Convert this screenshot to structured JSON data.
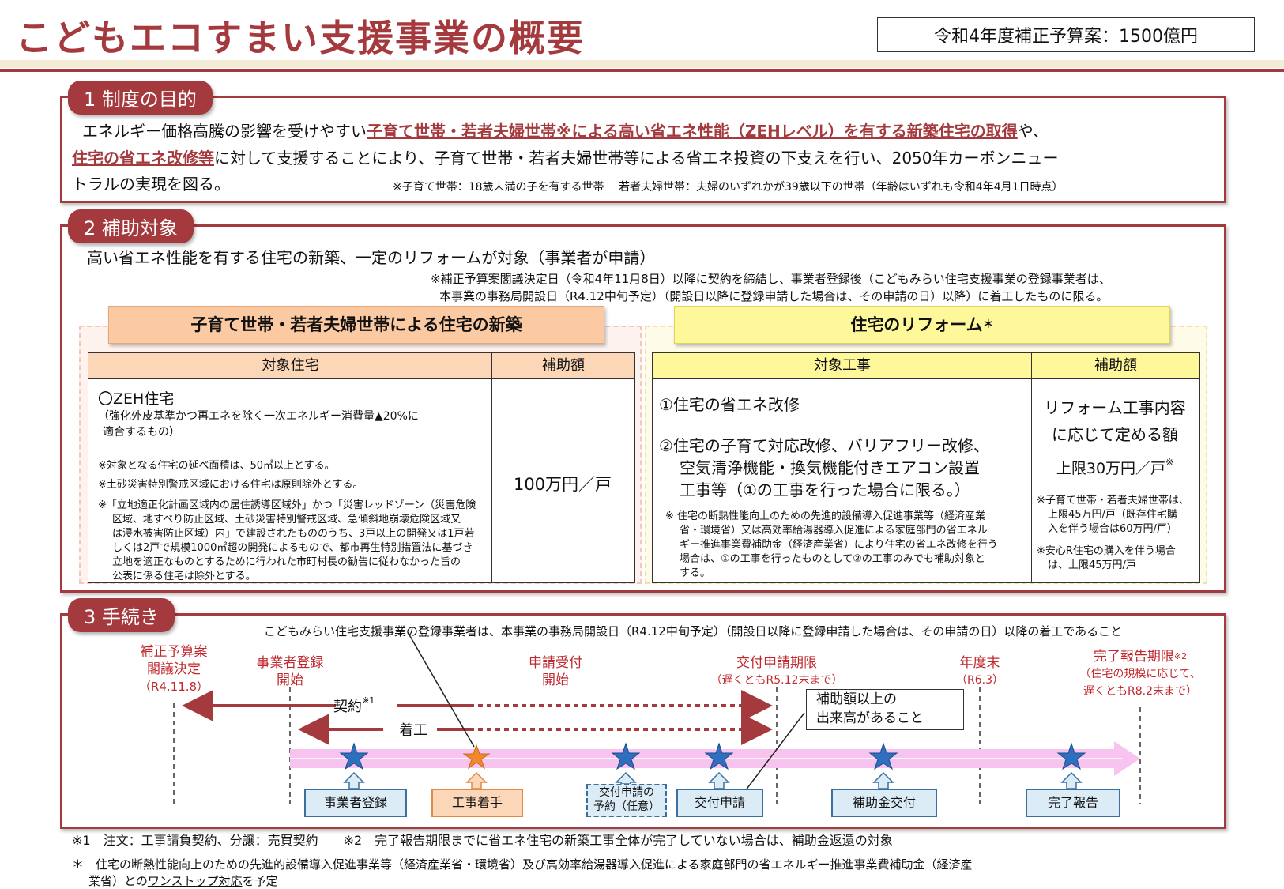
{
  "header": {
    "title": "こどもエコすまい支援事業の概要",
    "budget": "令和4年度補正予算案：1500億円"
  },
  "section1": {
    "tab": "1 制度の目的",
    "line1_a": "エネルギー価格高騰の影響を受けやすい",
    "line1_b": "子育て世帯・若者夫婦世帯※による高い省エネ性能（ZEHレベル）を有する新築住宅の取得",
    "line1_c": "や、",
    "line2_a": "住宅の省エネ改修等",
    "line2_b": "に対して支援することにより、子育て世帯・若者夫婦世帯等による省エネ投資の下支えを行い、2050年カーボンニュー",
    "line3": "トラルの実現を図る。",
    "note": "※子育て世帯：18歳未満の子を有する世帯　 若者夫婦世帯：夫婦のいずれかが39歳以下の世帯（年齢はいずれも令和4年4月1日時点）"
  },
  "section2": {
    "tab": "2 補助対象",
    "lead": "高い省エネ性能を有する住宅の新築、一定のリフォームが対象（事業者が申請）",
    "note1": "※補正予算案閣議決定日（令和4年11月8日）以降に契約を締結し、事業者登録後（こどもみらい住宅支援事業の登録事業者は、",
    "note2": "本事業の事務局開設日（R4.12中旬予定）（開設日以降に登録申請した場合は、その申請の日）以降）に着工したものに限る。",
    "left": {
      "caption": "子育て世帯・若者夫婦世帯による住宅の新築",
      "col1": "対象住宅",
      "col2": "補助額",
      "item": "〇ZEH住宅",
      "item_sub1": "（強化外皮基準かつ再エネを除く一次エネルギー消費量▲20%に",
      "item_sub2": "適合するもの）",
      "note_a": "※対象となる住宅の延べ面積は、50㎡以上とする。",
      "note_b": "※土砂災害特別警戒区域における住宅は原則除外とする。",
      "note_c1": "※「立地適正化計画区域内の居住誘導区域外」かつ「災害レッドゾーン（災害危険",
      "note_c2": "区域、地すべり防止区域、土砂災害特別警戒区域、急傾斜地崩壊危険区域又",
      "note_c3": "は浸水被害防止区域）内」で建設されたもののうち、3戸以上の開発又は1戸若",
      "note_c4": "しくは2戸で規模1000㎡超の開発によるもので、都市再生特別措置法に基づき",
      "note_c5": "立地を適正なものとするために行われた市町村長の勧告に従わなかった旨の",
      "note_c6": "公表に係る住宅は除外とする。",
      "amount": "100万円／戸"
    },
    "right": {
      "caption": "住宅のリフォーム",
      "caption_mark": "＊",
      "col1": "対象工事",
      "col2": "補助額",
      "item1": "①住宅の省エネ改修",
      "item2_1": "②住宅の子育て対応改修、バリアフリー改修、",
      "item2_2": "空気清浄機能・換気機能付きエアコン設置",
      "item2_3": "工事等（①の工事を行った場合に限る。）",
      "note1": "※ 住宅の断熱性能向上のための先進的設備導入促進事業等（経済産業",
      "note2": "省・環境省）又は高効率給湯器導入促進による家庭部門の省エネル",
      "note3": "ギー推進事業費補助金（経済産業省）により住宅の省エネ改修を行う",
      "note4": "場合は、①の工事を行ったものとして②の工事のみでも補助対象と",
      "note5": "する。",
      "amount1": "リフォーム工事内容",
      "amount2": "に応じて定める額",
      "limit": "上限30万円／戸",
      "limit_mark": "※",
      "anote1": "※子育て世帯・若者夫婦世帯は、",
      "anote2": "上限45万円/戸（既存住宅購",
      "anote3": "入を伴う場合は60万円/戸）",
      "anote4": "※安心R住宅の購入を伴う場合",
      "anote5": "は、上限45万円/戸"
    }
  },
  "section3": {
    "tab": "3 手続き",
    "top_note": "こどもみらい住宅支援事業の登録事業者は、本事業の事務局開設日（R4.12中旬予定）（開設日以降に登録申請した場合は、その申請の日）以降の着工であること",
    "m1_1": "補正予算案",
    "m1_2": "閣議決定",
    "m1_3": "（R4.11.8）",
    "m2_1": "事業者登録",
    "m2_2": "開始",
    "m3_1": "申請受付",
    "m3_2": "開始",
    "m4_1": "交付申請期限",
    "m4_2": "（遅くともR5.12末まで）",
    "m5_1": "年度末",
    "m5_2": "（R6.3）",
    "m6_1": "完了報告期限",
    "m6_mark": "※2",
    "m6_2": "（住宅の規模に応じて、",
    "m6_3": "遅くともR8.2末まで）",
    "contract": "契約",
    "contract_mark": "※1",
    "construction": "着工",
    "callout1": "補助額以上の",
    "callout2": "出来高があること",
    "steps": [
      "事業者登録",
      "工事着手",
      "交付申請の予約（任意）",
      "交付申請",
      "補助金交付",
      "完了報告"
    ],
    "step_reserve1": "交付申請の",
    "step_reserve2": "予約（任意）"
  },
  "footer": {
    "note1": "※1　注文：工事請負契約、分譲：売買契約　　※2　完了報告期限までに省エネ住宅の新築工事全体が完了していない場合は、補助金返還の対象",
    "note2_a": "＊　住宅の断熱性能向上のための先進的設備導入促進事業等（経済産業省・環境省）及び高効率給湯器導入促進による家庭部門の省エネルギー推進事業費補助金（経済産",
    "note2_b1": "業省）との",
    "note2_b2": "ワンストップ対応",
    "note2_b3": "を予定"
  },
  "colors": {
    "accent": "#a43a3d",
    "orange_header": "#fbd6b7",
    "yellow_header": "#fff89a",
    "timeline": "#f6c4ef",
    "star_blue": "#2f6fc0",
    "star_orange": "#f0892a"
  }
}
